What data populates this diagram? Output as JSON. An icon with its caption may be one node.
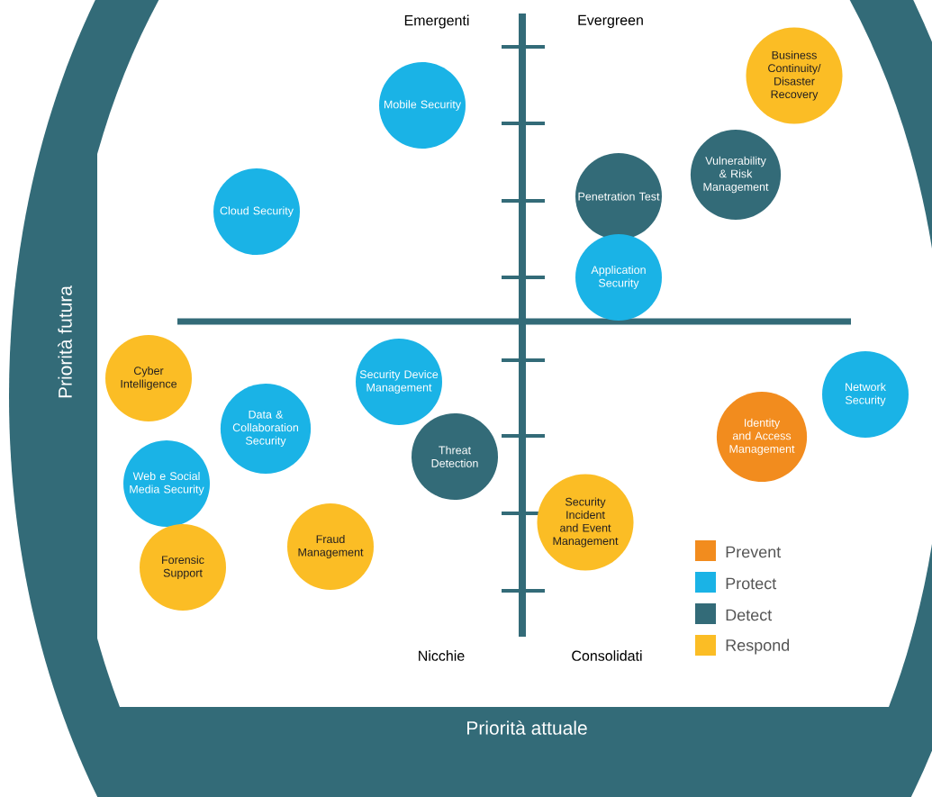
{
  "diagram": {
    "nodes": [
      {
        "text": [
          "Business Continuity/ Disaster Recovery"
        ]
      },
      {
        "text": [
          "Mobile Security"
        ]
      },
      {
        "text": [
          "Vulnerability & Risk Management"
        ]
      },
      {
        "text": [
          "Cloud Security"
        ]
      },
      {
        "text": [
          "Penetration Test"
        ]
      },
      {
        "text": [
          "Application Security"
        ]
      },
      {
        "text": [
          "Cyber Intelligence"
        ]
      },
      {
        "text": [
          "Security Device Management"
        ]
      },
      {
        "text": [
          "Network Security"
        ]
      },
      {
        "text": [
          "Data & Collaboration Security"
        ]
      },
      {
        "text": [
          "Identity and Access Management"
        ]
      },
      {
        "text": [
          "Threat Detection"
        ]
      },
      {
        "text": [
          "Web e Social Media Security"
        ]
      },
      {
        "text": [
          "Security Incident and Event Management"
        ]
      },
      {
        "text": [
          "Fraud Management"
        ]
      },
      {
        "text": [
          "Forensic Support"
        ]
      }
    ],
    "labels": [
      "Emergenti",
      "Evergreen",
      "Priorità futura",
      "Nicchie",
      "Consolidati",
      "Priorità attuale"
    ],
    "legend": [
      {
        "text": "Prevent",
        "color": "#f28c1e"
      },
      {
        "text": "Protect",
        "color": "#1ab3e6"
      },
      {
        "text": "Detect",
        "color": "#336b78"
      },
      {
        "text": "Respond",
        "color": "#fbbd25"
      }
    ]
  }
}
